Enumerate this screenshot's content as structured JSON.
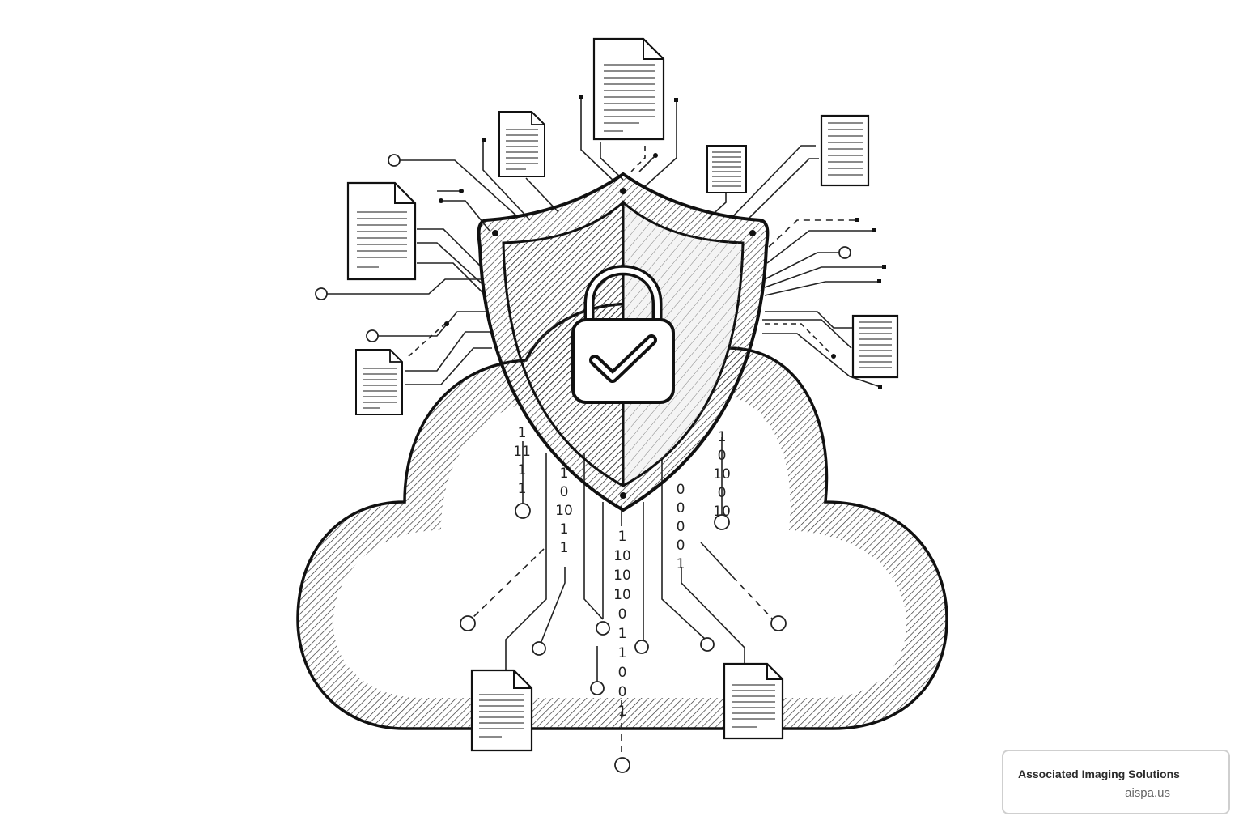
{
  "illustration": {
    "icons": [
      "cloud-icon",
      "shield-icon",
      "padlock-icon",
      "checkmark-icon",
      "document-icon",
      "circuit-trace-icon"
    ],
    "stroke_color": "#1a1a1a",
    "background_color": "#ffffff",
    "binary_streams": {
      "left": [
        "1",
        "11",
        "1",
        "1"
      ],
      "center_left": [
        "1",
        "0",
        "10",
        "1",
        "1"
      ],
      "center": [
        "1",
        "10",
        "10",
        "10",
        "0",
        "1",
        "1",
        "0",
        "0",
        "1"
      ],
      "center_right": [
        "0",
        "0",
        "0",
        "0",
        "1"
      ],
      "right": [
        "1",
        "0",
        "10",
        "0",
        "10"
      ]
    }
  },
  "watermark": {
    "name": "Associated Imaging Solutions",
    "url": "aispa.us"
  }
}
